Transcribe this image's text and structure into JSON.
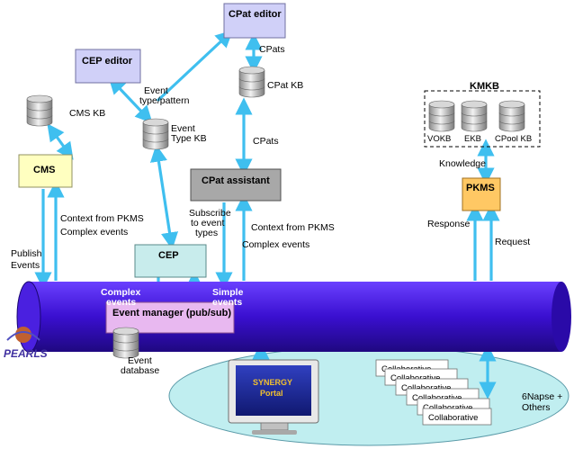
{
  "boxes": {
    "cpat_editor": "CPat editor",
    "cep_editor": "CEP editor",
    "cms": "CMS",
    "cpat_assistant": "CPat assistant",
    "cep": "CEP",
    "pkms": "PKMS",
    "event_manager": "Event manager (pub/sub)"
  },
  "databases": {
    "cms_kb": "CMS KB",
    "cpat_kb": "CPat KB",
    "event_type_kb_line1": "Event",
    "event_type_kb_line2": "Type KB",
    "kmkb_title": "KMKB",
    "vokb": "VOKB",
    "ekb": "EKB",
    "cpool_kb": "CPool KB",
    "event_db_line1": "Event",
    "event_db_line2": "database"
  },
  "labels": {
    "cpats_top": "CPats",
    "cpats_mid": "CPats",
    "event_type_pattern_line1": "Event",
    "event_type_pattern_line2": "type/pattern",
    "context_left_line1": "Context from PKMS",
    "context_left_line2": "Complex events",
    "publish_line1": "Publish",
    "publish_line2": "Events",
    "subscribe_line1": "Subscribe",
    "subscribe_line2": "to event",
    "subscribe_line3": "types",
    "context_right_line1": "Context from PKMS",
    "context_right_line2": "Complex events",
    "knowledge": "Knowledge",
    "response": "Response",
    "request": "Request",
    "complex_events_line1": "Complex",
    "complex_events_line2": "events",
    "simple_events_line1": "Simple",
    "simple_events_line2": "events",
    "collaborative": "Collaborative",
    "sixnapse_line1": "6Napse +",
    "sixnapse_line2": "Others",
    "portal_line1": "SYNERGY",
    "portal_line2": "Portal",
    "logo": "PEARLS"
  },
  "colors": {
    "bus": "#3a0fd0",
    "bus_dark": "#1f0880",
    "arrow": "#3fbfef",
    "cms_fill": "#ffffc0",
    "cep_fill": "#c8ecec",
    "editor_fill": "#d0d0f8",
    "assistant_fill": "#a8a8a8",
    "pkms_fill": "#ffc864",
    "event_manager_fill": "#e8b8f0",
    "ellipse_fill": "#c0eef0"
  }
}
